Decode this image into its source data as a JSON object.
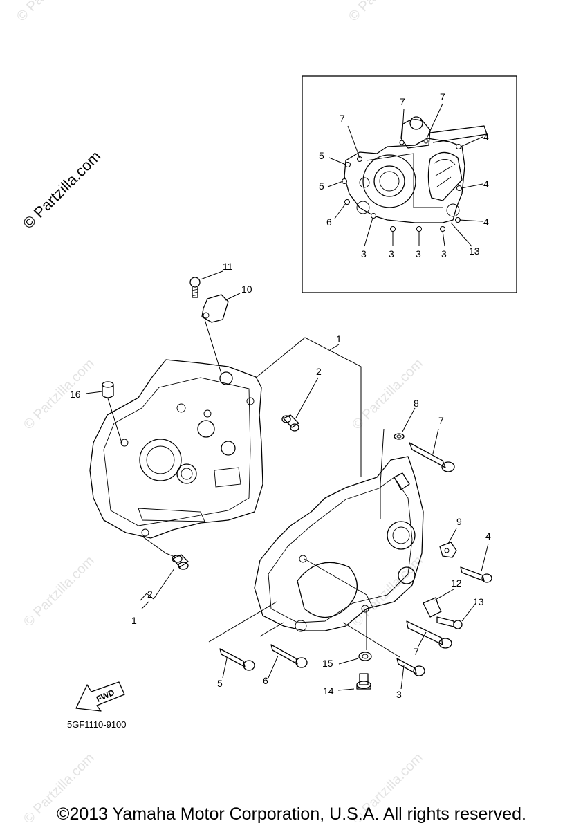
{
  "watermark": {
    "main": "© Partzilla.com",
    "faint": "© Partzilla.com"
  },
  "diagram_code": "5GF1110-9100",
  "fwd_label": "FWD",
  "copyright": "©2013 Yamaha Motor Corporation, U.S.A. All rights reserved.",
  "callouts": {
    "inset": [
      "7",
      "7",
      "7",
      "4",
      "5",
      "5",
      "4",
      "6",
      "4",
      "3",
      "3",
      "3",
      "3",
      "13"
    ],
    "main": [
      "11",
      "10",
      "1",
      "2",
      "16",
      "8",
      "7",
      "9",
      "4",
      "12",
      "13",
      "7",
      "2",
      "1",
      "5",
      "6",
      "15",
      "3",
      "14"
    ]
  }
}
